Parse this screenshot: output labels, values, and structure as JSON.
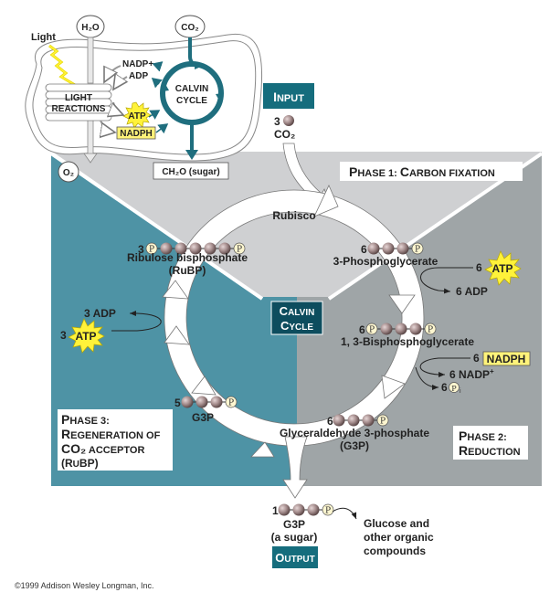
{
  "overview": {
    "light_label": "Light",
    "h2o": "H₂O",
    "co2": "CO₂",
    "o2": "O₂",
    "nadp_plus": "NADP+",
    "adp": "ADP",
    "light_reactions_1": "LIGHT",
    "light_reactions_2": "REACTIONS",
    "atp": "ATP",
    "nadph": "NADPH",
    "calvin_1": "CALVIN",
    "calvin_2": "CYCLE",
    "sugar": "CH₂O (sugar)"
  },
  "input": {
    "box_cap": "I",
    "box_rest": "NPUT",
    "count": "3",
    "molecule": "CO₂"
  },
  "center": {
    "line1_cap": "C",
    "line1_rest": "ALVIN",
    "line2_cap": "C",
    "line2_rest": "YCLE"
  },
  "phases": {
    "phase1": {
      "a_cap": "P",
      "a_rest": "HASE 1: ",
      "b_cap": "C",
      "b_rest": "ARBON FIXATION"
    },
    "phase2": {
      "l1_cap": "P",
      "l1_rest": "HASE 2:",
      "l2_cap": "R",
      "l2_rest": "EDUCTION"
    },
    "phase3": {
      "l1_cap": "P",
      "l1_rest": "HASE 3:",
      "l2_cap": "R",
      "l2_rest": "EGENERATION OF",
      "l3_big": "CO₂",
      "l3_rest": " ACCEPTOR",
      "l4_a": "(R",
      "l4_b": "U",
      "l4_c": "BP)"
    }
  },
  "molecules": {
    "rubisco": "Rubisco",
    "rubp_count": "3",
    "rubp_name": "Ribulose bisphosphate",
    "rubp_abbr": "(RuBP)",
    "pga_count": "6",
    "pga_name": "3-Phosphoglycerate",
    "bpg_count": "6",
    "bpg_name": "1, 3-Bisphosphoglycerate",
    "g3p_count": "6",
    "g3p_name": "Glyceraldehyde 3-phosphate",
    "g3p_abbr": "(G3P)",
    "regen_count": "5",
    "regen_name": "G3P",
    "out_count": "1",
    "out_name": "G3P",
    "out_note": "(a sugar)"
  },
  "energy": {
    "p1_atp_count": "6",
    "atp": "ATP",
    "p1_adp": "6 ADP",
    "p2_nadph_count": "6",
    "nadph": "NADPH",
    "p2_nadp": "6 NADP",
    "p2_nadp_sup": "+",
    "p2_pi_count": "6",
    "pi_sub": "i",
    "p3_atp_count": "3",
    "p3_adp": "3 ADP",
    "phosphate": "P"
  },
  "output": {
    "box_cap": "O",
    "box_rest": "UTPUT",
    "products_1": "Glucose and",
    "products_2": "other organic",
    "products_3": "compounds"
  },
  "copyright": "©1999 Addison Wesley Longman, Inc.",
  "colors": {
    "teal_dark": "#1f6e7e",
    "teal_box": "#156d7d",
    "phase3_teal": "#4e93a5",
    "phase1_gray": "#cfd0d2",
    "phase2_gray": "#9fa5a7",
    "atp_yellow": "#fff23a",
    "nadph_yellow": "#fff37a",
    "bead": "#a58d8d",
    "phosphate": "#fdf6d0"
  }
}
